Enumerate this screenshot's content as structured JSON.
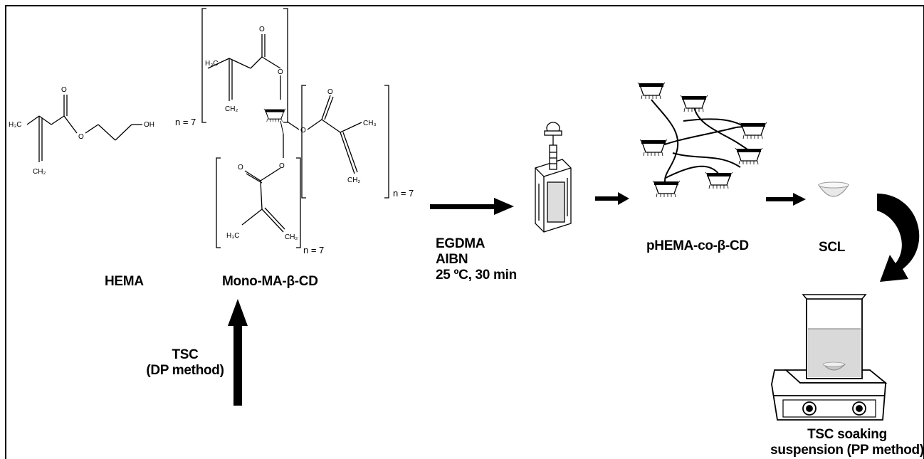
{
  "labels": {
    "hema": "HEMA",
    "mono_ma_bcd": "Mono-MA-β-CD",
    "tsc_dp_line1": "TSC",
    "tsc_dp_line2": "(DP method)",
    "cond_line1": "EGDMA",
    "cond_line2": "AIBN",
    "cond_line3": "25 ºC, 30 min",
    "phema": "pHEMA-co-β-CD",
    "scl": "SCL",
    "soak_line1": "TSC soaking",
    "soak_line2": "suspension (PP method)"
  },
  "atoms": {
    "h3c": "H3C",
    "oh": "OH",
    "o": "O",
    "ch2": "CH2",
    "ch3": "CH3",
    "n7": "n = 7"
  },
  "colors": {
    "ink": "#000000",
    "border": "#000000",
    "background": "#ffffff",
    "gray": "#9a9a9a",
    "light_gray": "#e6e6e6"
  }
}
